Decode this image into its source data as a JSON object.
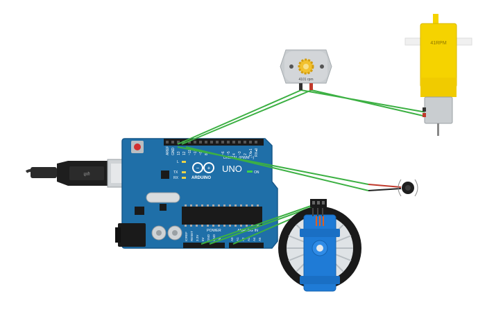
{
  "components": {
    "arduino": {
      "brand": "ARDUINO",
      "model": "UNO",
      "digital_label": "DIGITAL (PWM ~)",
      "power_label": "POWER",
      "analog_label": "ANALOG IN",
      "on_label": "ON",
      "tx_label": "TX",
      "rx_label": "RX",
      "l_label": "L",
      "aref_label": "AREF",
      "gnd_label": "GND",
      "pin13": "13",
      "pin12": "12",
      "pin11": "~11",
      "pin10": "~10",
      "pin9": "~9",
      "pin8": "8",
      "pin7": "7",
      "pin6": "~6",
      "pin5": "~5",
      "pin4": "4",
      "pin3": "~3",
      "pin2": "2",
      "pin1": "TX▸1",
      "pin0": "RX◂0",
      "pwr_ioref": "IOREF",
      "pwr_reset": "RESET",
      "pwr_3v3": "3.3V",
      "pwr_5v": "5V",
      "pwr_gnd1": "GND",
      "pwr_gnd2": "GND",
      "pwr_vin": "Vin",
      "a0": "A0",
      "a1": "A1",
      "a2": "A2",
      "a3": "A3",
      "a4": "A4",
      "a5": "A5",
      "board_color": "#1f6fa8"
    },
    "dc_motor": {
      "speed_label": "4101 rpm",
      "hub_color": "#f2c12e"
    },
    "gear_motor": {
      "speed_label": "41RPM",
      "body_color": "#f5d300"
    },
    "vibration_motor": {},
    "servo": {
      "body_color": "#1f7bd6"
    }
  },
  "wires": {
    "color": "#3cb043"
  }
}
